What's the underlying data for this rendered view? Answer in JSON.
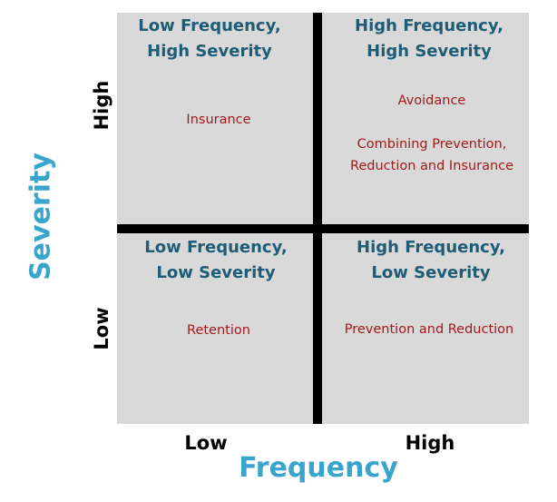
{
  "colors": {
    "quadrant_fill": "#d9d9d9",
    "divider": "#000000",
    "quadrant_title": "#1e5d75",
    "strategy_text": "#a11a1a",
    "axis_title": "#3aa5cc"
  },
  "axes": {
    "x_title": "Frequency",
    "y_title": "Severity",
    "x_ticks": [
      "Low",
      "High"
    ],
    "y_ticks": [
      "High",
      "Low"
    ]
  },
  "quadrants": {
    "top_left": {
      "title_line1": "Low Frequency,",
      "title_line2": "High Severity",
      "strategies": [
        "Insurance"
      ]
    },
    "top_right": {
      "title_line1": "High Frequency,",
      "title_line2": "High Severity",
      "strategies": [
        "Avoidance",
        "Combining Prevention,",
        "Reduction and Insurance"
      ]
    },
    "bottom_left": {
      "title_line1": "Low Frequency,",
      "title_line2": "Low Severity",
      "strategies": [
        "Retention"
      ]
    },
    "bottom_right": {
      "title_line1": "High Frequency,",
      "title_line2": "Low Severity",
      "strategies": [
        "Prevention and Reduction"
      ]
    }
  }
}
